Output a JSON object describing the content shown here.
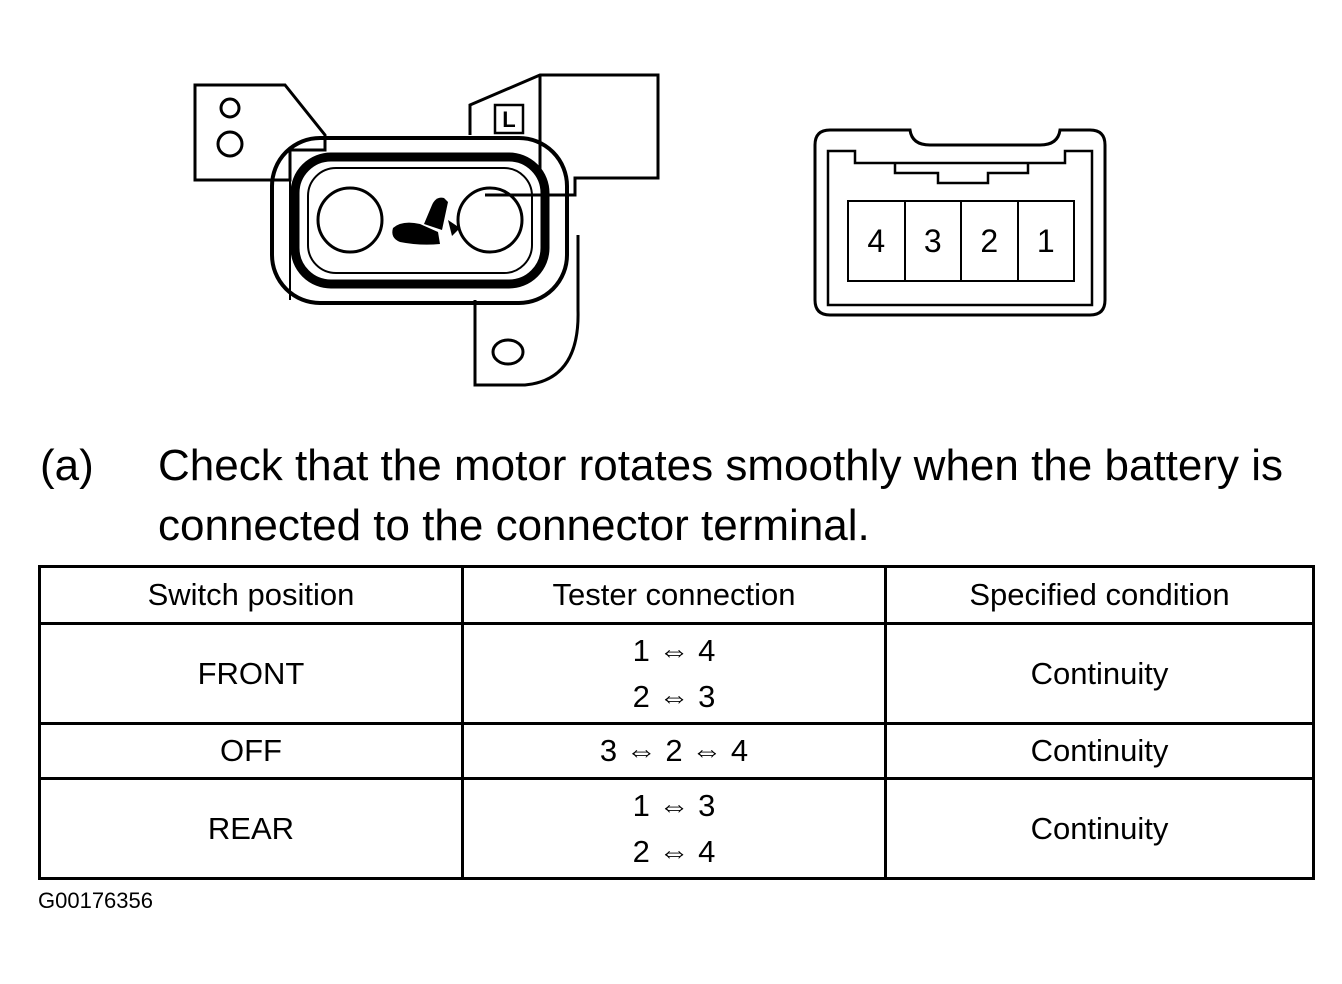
{
  "switch_drawing": {
    "side_letter": "L"
  },
  "connector": {
    "terminals": [
      "4",
      "3",
      "2",
      "1"
    ]
  },
  "instruction": {
    "marker": "(a)",
    "text": "Check that the motor rotates smoothly when the battery is connected to the connector terminal."
  },
  "table": {
    "headers": [
      "Switch position",
      "Tester connection",
      "Specified condition"
    ],
    "rows": [
      {
        "position": "FRONT",
        "connections": [
          "1 ⇔ 4",
          "2 ⇔ 3"
        ],
        "condition": "Continuity"
      },
      {
        "position": "OFF",
        "connections": [
          "3 ⇔ 2 ⇔ 4"
        ],
        "condition": "Continuity"
      },
      {
        "position": "REAR",
        "connections": [
          "1 ⇔ 3",
          "2 ⇔ 4"
        ],
        "condition": "Continuity"
      }
    ]
  },
  "figure_id": "G00176356"
}
